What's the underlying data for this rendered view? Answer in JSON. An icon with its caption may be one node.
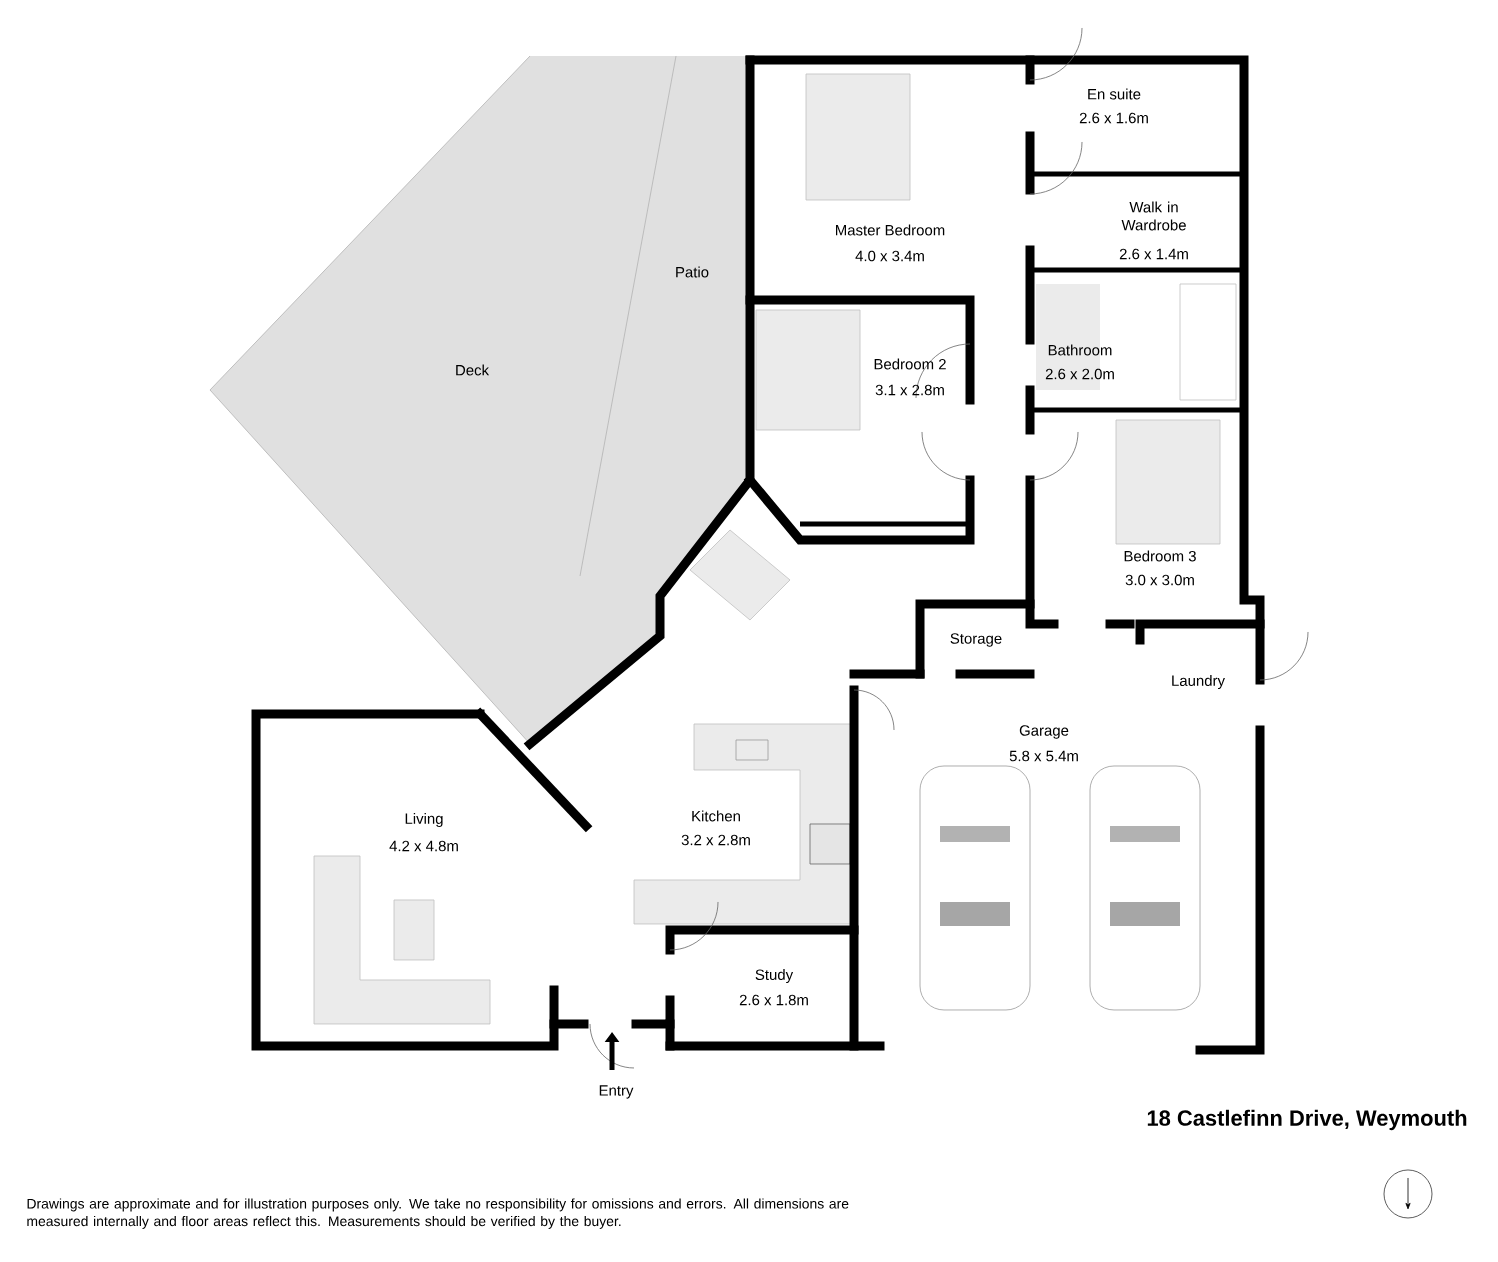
{
  "diagram": {
    "title": "18 Castlefinn Drive, Weymouth",
    "caption": "Drawings are approximate and for illustration purposes only. We take no responsibility for omissions and errors. All dimensions are measured internally and floor areas reflect this. Measurements should be verified by the buyer.",
    "labels": [
      "Deck",
      "Patio",
      "Master Bedroom",
      "4.0 x 3.4m",
      "En suite",
      "2.6 x 1.6m",
      "Walk in Wardrobe",
      "2.6 x 1.4m",
      "Bedroom 2",
      "3.1 x 2.8m",
      "Bathroom",
      "2.6 x 2.0m",
      "Bedroom 3",
      "3.0 x 3.0m",
      "Storage",
      "Laundry",
      "Garage",
      "5.8 x 5.4m",
      "Living",
      "4.2 x 4.8m",
      "Kitchen",
      "3.2 x 2.8m",
      "Study",
      "2.6 x 1.8m",
      "Entry"
    ]
  }
}
